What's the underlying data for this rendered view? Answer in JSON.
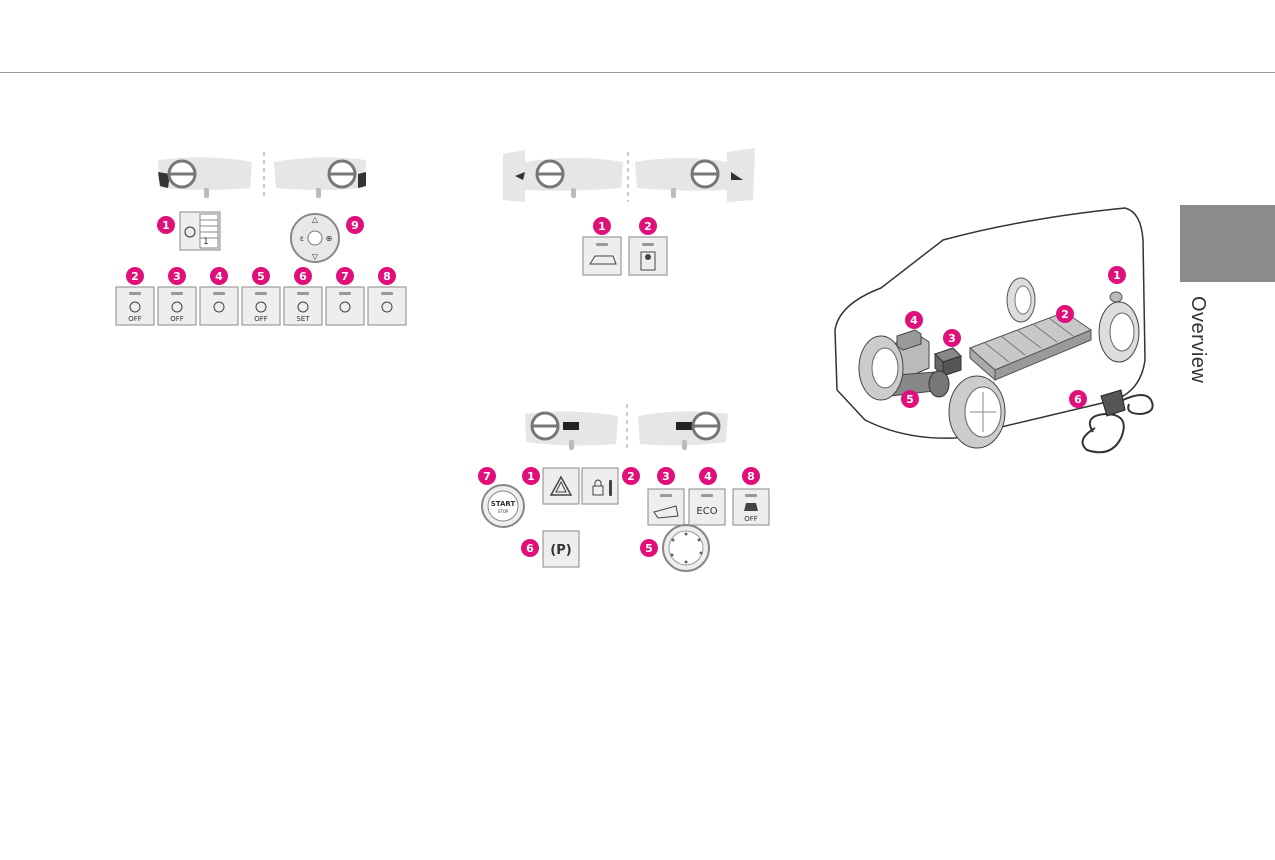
{
  "header": {
    "rule": true
  },
  "side_tab": {
    "label": "Overview",
    "color": "#8c8c8c"
  },
  "colors": {
    "accent": "#e0107a",
    "button_fill": "#eeeeee",
    "dash_fill": "#e6e6e6"
  },
  "panel1": {
    "callouts": [
      "1",
      "2",
      "3",
      "4",
      "5",
      "6",
      "7",
      "8",
      "9"
    ],
    "buttons": [
      {
        "num": "2",
        "icon": "auto-hold-off-icon",
        "text": "OFF"
      },
      {
        "num": "3",
        "icon": "park-assist-off-icon",
        "text": "OFF"
      },
      {
        "num": "4",
        "icon": "climate-timer-icon",
        "text": ""
      },
      {
        "num": "5",
        "icon": "lane-assist-off-icon",
        "text": "OFF"
      },
      {
        "num": "6",
        "icon": "tpms-set-icon",
        "text": "SET"
      },
      {
        "num": "7",
        "icon": "airbag-icon",
        "text": ""
      },
      {
        "num": "8",
        "icon": "heated-windscreen-icon",
        "text": ""
      }
    ]
  },
  "panel2": {
    "callouts": [
      "1",
      "2"
    ]
  },
  "panel3": {
    "callouts": [
      "7",
      "1",
      "2",
      "3",
      "4",
      "8",
      "6",
      "5"
    ],
    "start_label": "START",
    "start_sub": "STOP",
    "parking_label": "(P)",
    "eco_label": "ECO",
    "esp_off": "OFF"
  },
  "panel4": {
    "callouts": [
      "1",
      "2",
      "3",
      "4",
      "5",
      "6"
    ]
  }
}
